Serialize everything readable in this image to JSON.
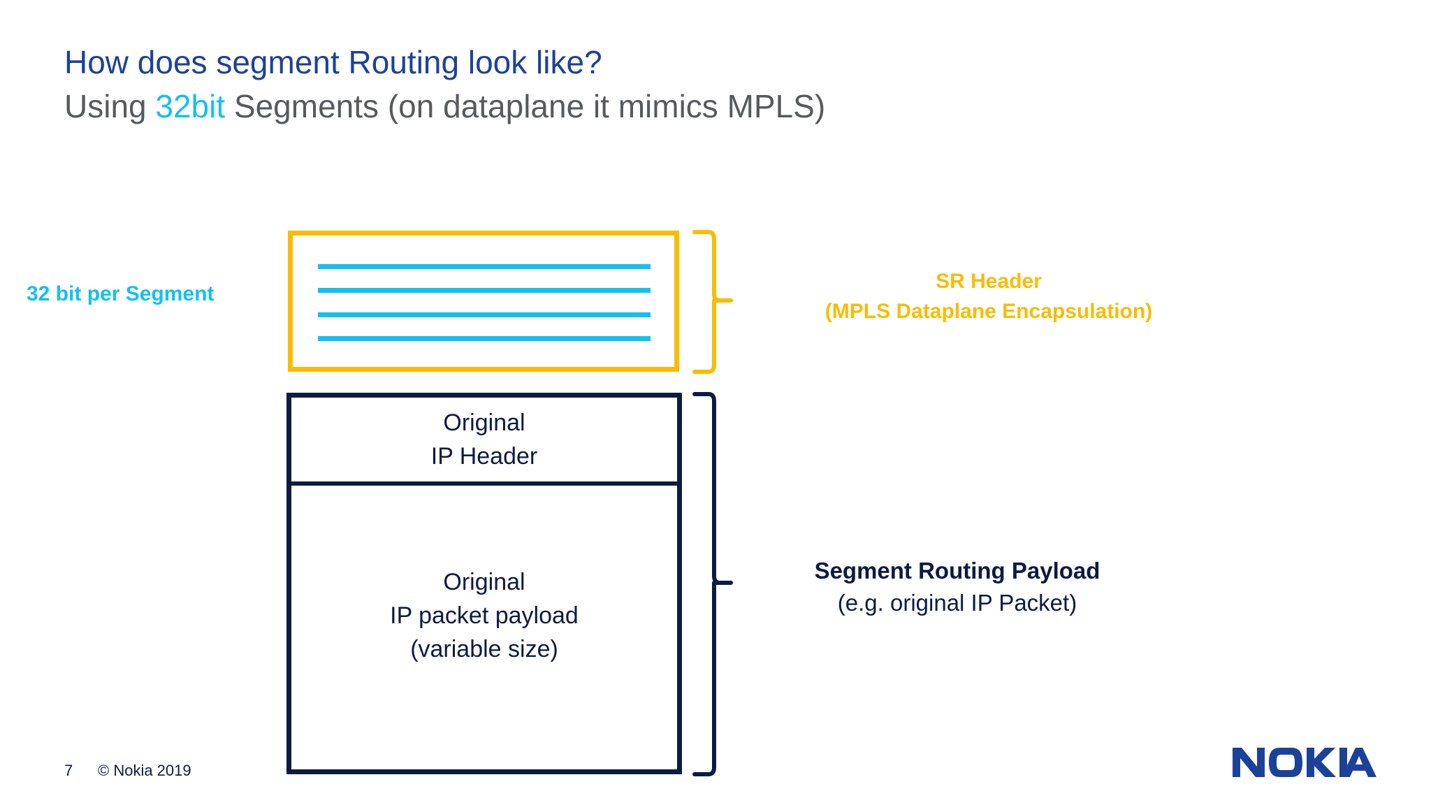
{
  "slide": {
    "title": "How does segment Routing look like?",
    "subtitle_prefix": "Using ",
    "subtitle_accent": "32bit",
    "subtitle_suffix": " Segments (on dataplane it mimics MPLS)"
  },
  "diagram": {
    "bits_label": "32 bit per Segment",
    "sr_header": {
      "caption_line1": "SR Header",
      "caption_line2": "(MPLS Dataplane Encapsulation)",
      "segment_count": 4
    },
    "payload": {
      "ip_header_line1": "Original",
      "ip_header_line2": "IP Header",
      "ip_payload_line1": "Original",
      "ip_payload_line2": "IP packet payload",
      "ip_payload_line3": "(variable size)",
      "caption_line1": "Segment Routing Payload",
      "caption_line2": "(e.g. original IP Packet)"
    }
  },
  "footer": {
    "page_number": "7",
    "copyright": "© Nokia 2019",
    "logo_text": "NOKIA"
  },
  "colors": {
    "title_blue": "#1b4298",
    "subtitle_gray": "#565a5e",
    "accent_cyan": "#12c0f0",
    "accent_yellow": "#f9bc02",
    "navy": "#0e1b40",
    "logo_blue": "#1b4298",
    "background": "#ffffff"
  }
}
